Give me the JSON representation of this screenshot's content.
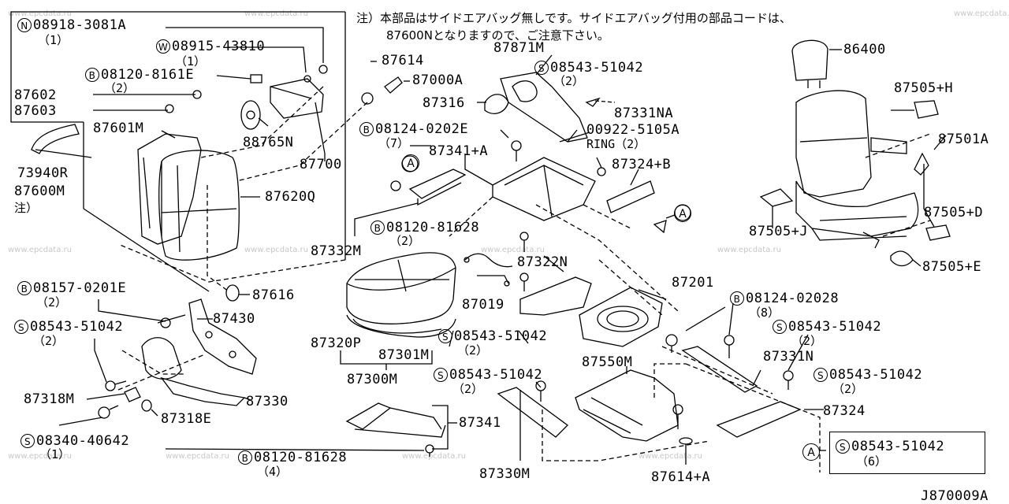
{
  "note": {
    "line1": "注）本部品はサイドエアバッグ無しです。サイドエアバッグ付用の部品コードは、",
    "line2": "87600Nとなりますので、ご注意下さい。"
  },
  "watermark": "www.epcdata.ru",
  "diagram_code": "J870009A",
  "prefixes": {
    "N": "N",
    "W": "W",
    "B": "B",
    "S": "S"
  },
  "callout_letter": "A",
  "parts": {
    "p08918": {
      "prefix": "N",
      "code": "08918-3081A",
      "qty": "（1）"
    },
    "p08915": {
      "prefix": "W",
      "code": "08915-43810",
      "qty": "（1）"
    },
    "p08120_8161E": {
      "prefix": "B",
      "code": "08120-8161E",
      "qty": "（2）"
    },
    "p87602": {
      "code": "87602"
    },
    "p87603": {
      "code": "87603"
    },
    "p87601M": {
      "code": "87601M"
    },
    "p88765N": {
      "code": "88765N"
    },
    "p87700": {
      "code": "87700"
    },
    "p73940R": {
      "code": "73940R"
    },
    "p87600M": {
      "code": "87600M",
      "note": "注）"
    },
    "p87620Q": {
      "code": "87620Q"
    },
    "p87614": {
      "code": "87614"
    },
    "p87000A": {
      "code": "87000A"
    },
    "p87871M": {
      "code": "87871M"
    },
    "p08543_a": {
      "prefix": "S",
      "code": "08543-51042",
      "qty": "（2）"
    },
    "p87316": {
      "code": "87316"
    },
    "p87331NA": {
      "code": "87331NA"
    },
    "p00922": {
      "code": "00922-5105A",
      "sub": "RING（2）"
    },
    "p08124_0202E": {
      "prefix": "B",
      "code": "08124-0202E",
      "qty": "（7）"
    },
    "p87341A": {
      "code": "87341+A"
    },
    "p87324B": {
      "code": "87324+B"
    },
    "p87332M": {
      "code": "87332M"
    },
    "p08120_81628a": {
      "prefix": "B",
      "code": "08120-81628",
      "qty": "（2）"
    },
    "p86400": {
      "code": "86400"
    },
    "p87505H": {
      "code": "87505+H"
    },
    "p87501A": {
      "code": "87501A"
    },
    "p87505D": {
      "code": "87505+D"
    },
    "p87505J": {
      "code": "87505+J"
    },
    "p87505E": {
      "code": "87505+E"
    },
    "p08157": {
      "prefix": "B",
      "code": "08157-0201E",
      "qty": "（2）"
    },
    "p87616": {
      "code": "87616"
    },
    "p87430": {
      "code": "87430"
    },
    "p08543_b": {
      "prefix": "S",
      "code": "08543-51042",
      "qty": "（2）"
    },
    "p87318M": {
      "code": "87318M"
    },
    "p87330": {
      "code": "87330"
    },
    "p87318E": {
      "code": "87318E"
    },
    "p08340": {
      "prefix": "S",
      "code": "08340-40642",
      "qty": "（1）"
    },
    "p87322N": {
      "code": "87322N"
    },
    "p87019": {
      "code": "87019"
    },
    "p87201": {
      "code": "87201"
    },
    "p08124_02028": {
      "prefix": "B",
      "code": "08124-02028",
      "qty": "（8）"
    },
    "p87320P": {
      "code": "87320P"
    },
    "p87301M": {
      "code": "87301M"
    },
    "p08543_c": {
      "prefix": "S",
      "code": "08543-51042",
      "qty": "（2）"
    },
    "p08543_d": {
      "prefix": "S",
      "code": "08543-51042",
      "qty": "（2）"
    },
    "p87331N": {
      "code": "87331N"
    },
    "p08543_e": {
      "prefix": "S",
      "code": "08543-51042",
      "qty": "（2）"
    },
    "p87300M": {
      "code": "87300M"
    },
    "p87550M": {
      "code": "87550M"
    },
    "p08543_f": {
      "prefix": "S",
      "code": "08543-51042",
      "qty": "（2）"
    },
    "p87324": {
      "code": "87324"
    },
    "p87341": {
      "code": "87341"
    },
    "p08543_g": {
      "prefix": "S",
      "code": "08543-51042",
      "qty": "（6）"
    },
    "p08120_81628b": {
      "prefix": "B",
      "code": "08120-81628",
      "qty": "（4）"
    },
    "p87330M": {
      "code": "87330M"
    },
    "p87614A": {
      "code": "87614+A"
    }
  }
}
